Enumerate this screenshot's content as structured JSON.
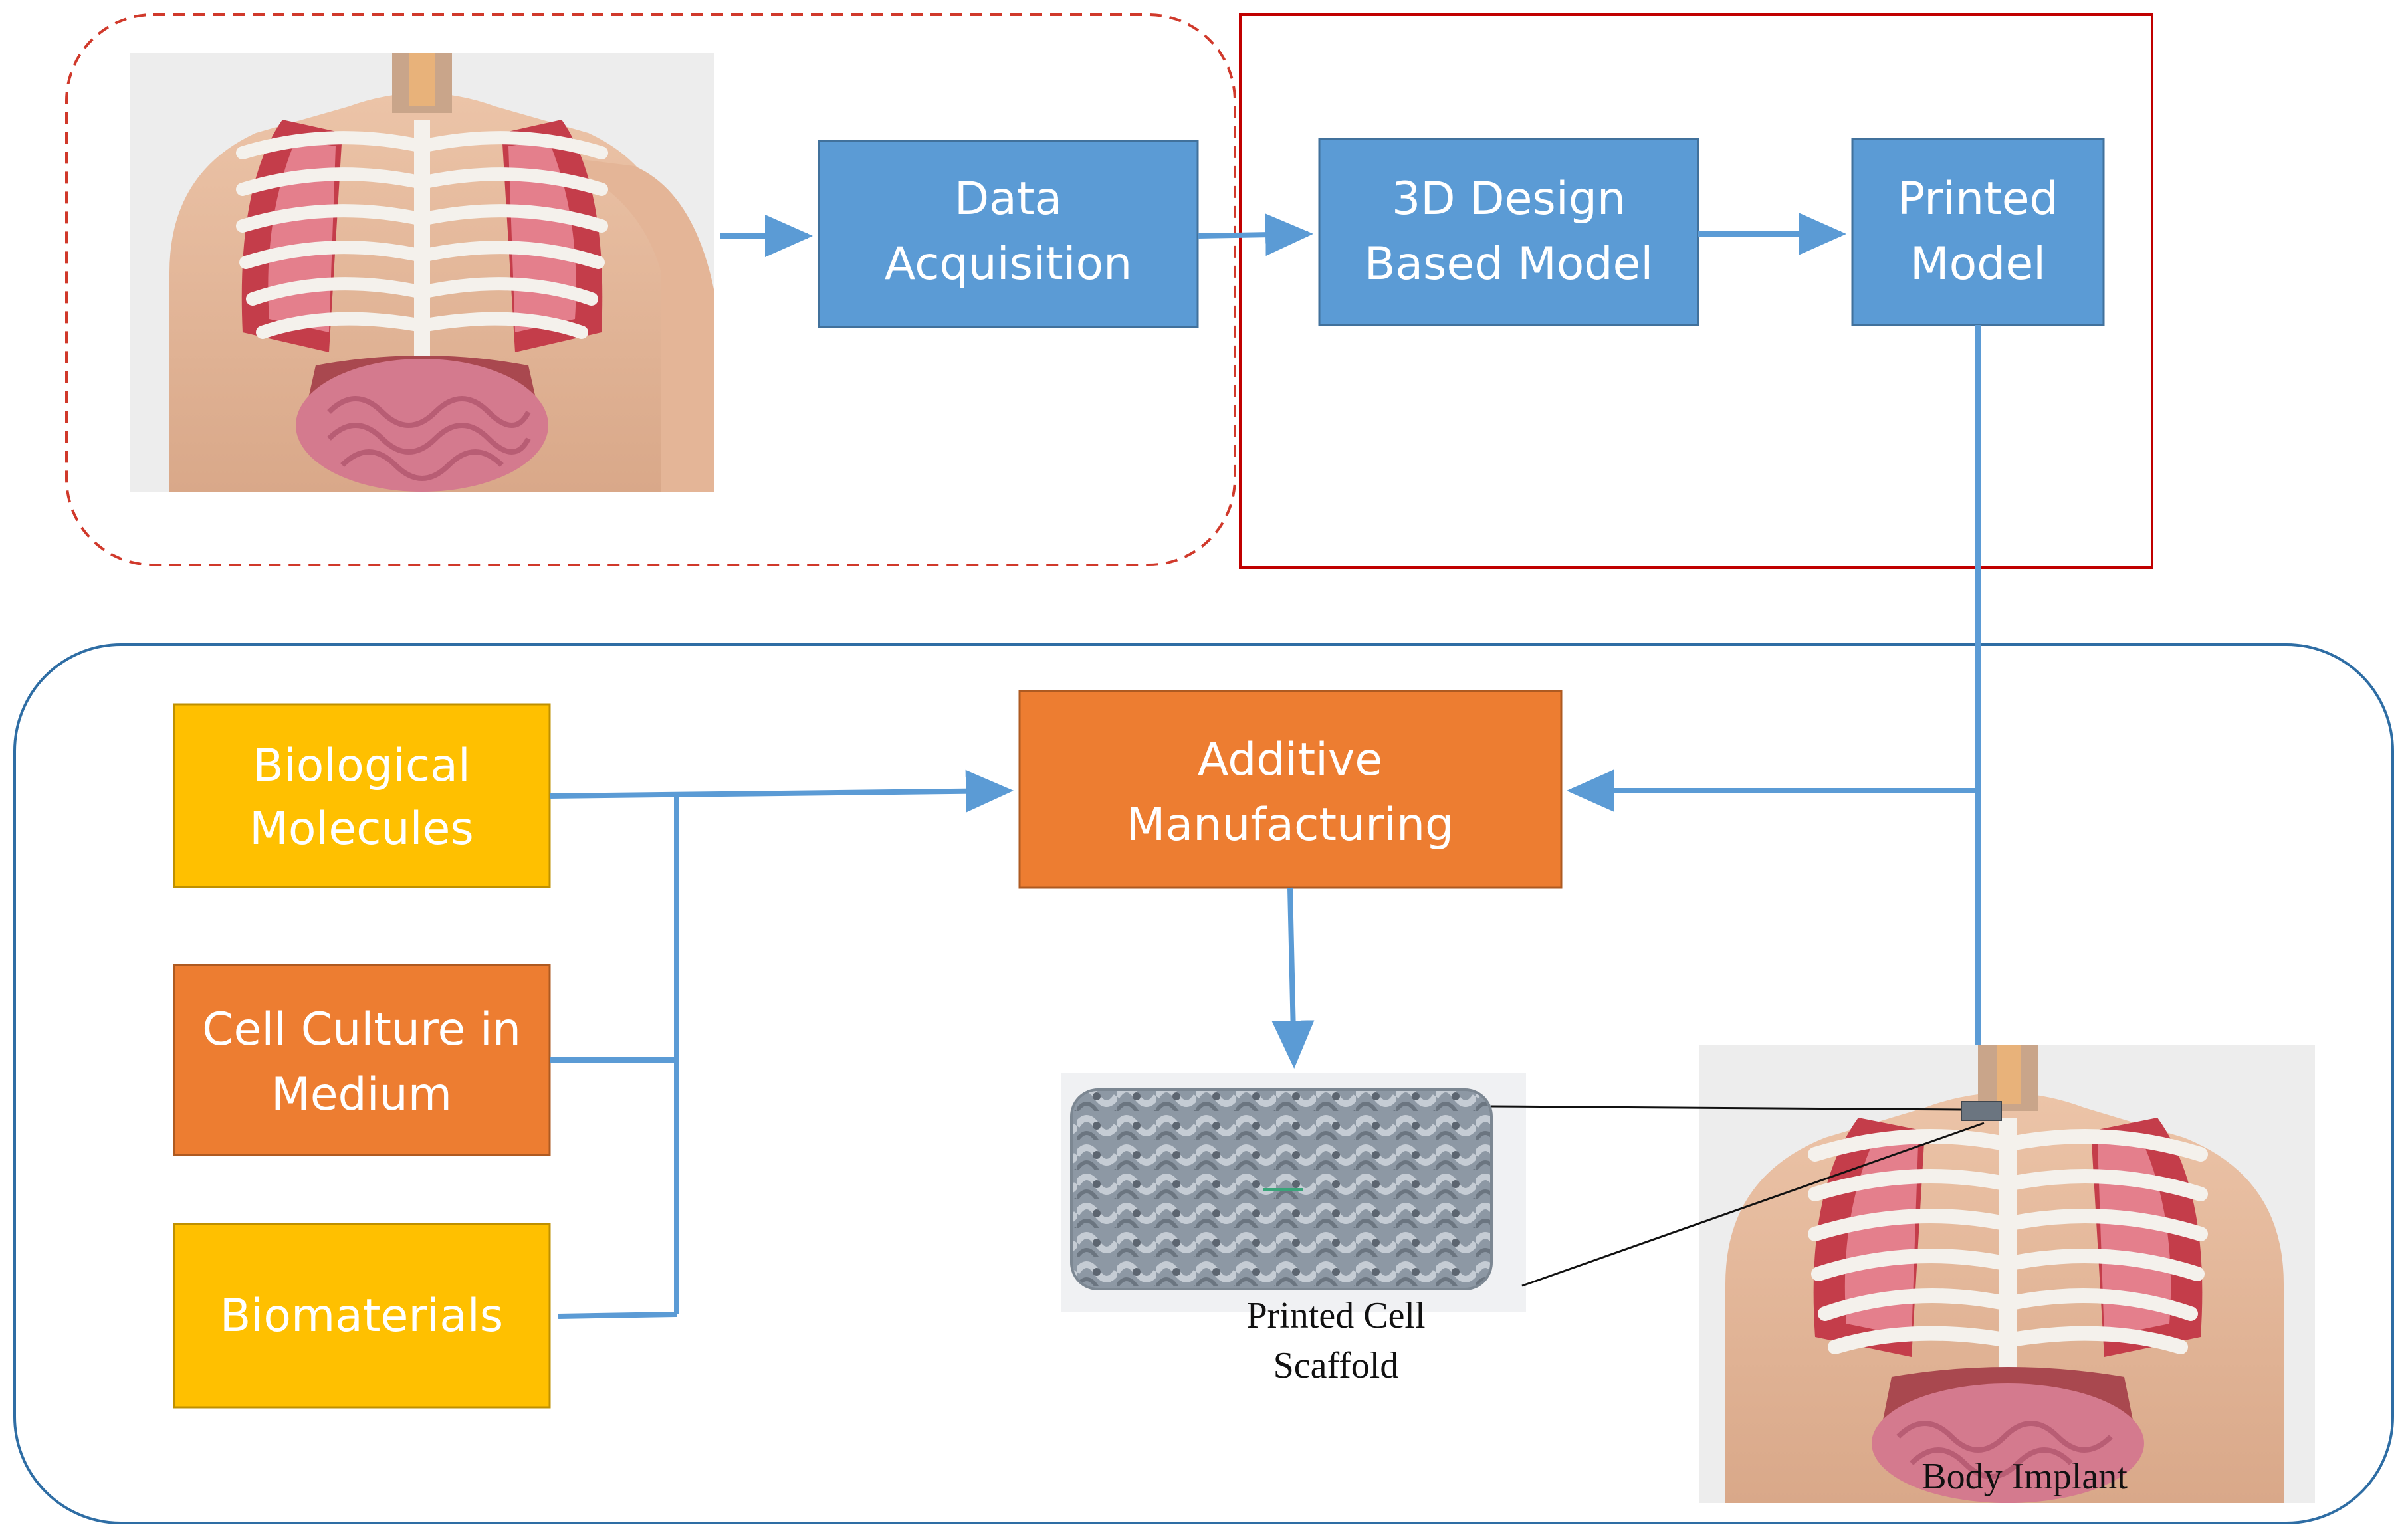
{
  "boxes": {
    "data_acquisition": {
      "line1": "Data",
      "line2": "Acquisition"
    },
    "design_model": {
      "line1": "3D Design",
      "line2": "Based Model"
    },
    "printed_model": {
      "line1": "Printed",
      "line2": "Model"
    },
    "additive_manufacturing": {
      "line1": "Additive",
      "line2": "Manufacturing"
    },
    "biological_molecules": {
      "line1": "Biological",
      "line2": "Molecules"
    },
    "cell_culture": {
      "line1": "Cell Culture in",
      "line2": "Medium"
    },
    "biomaterials": {
      "line1": "Biomaterials"
    }
  },
  "captions": {
    "scaffold_line1": "Printed Cell",
    "scaffold_line2": "Scaffold",
    "body_implant": "Body Implant"
  },
  "colors": {
    "blue_box": "#5b9bd5",
    "orange_box": "#ed7d31",
    "yellow_box": "#ffc000",
    "arrow": "#5b9bd5",
    "red_frame": "#c00000",
    "outer_frame": "#2e6da4"
  }
}
